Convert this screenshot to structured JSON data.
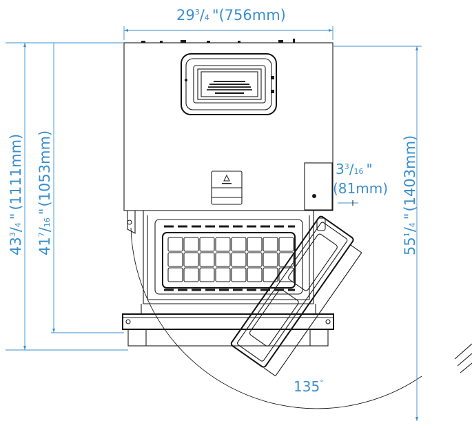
{
  "dimensions": {
    "width_total": {
      "whole": "29",
      "num": "3",
      "den": "4",
      "mark": "\"",
      "metric": "(756mm)"
    },
    "height_body": {
      "whole": "43",
      "num": "3",
      "den": "4",
      "mark": "\"",
      "metric": "(1111mm)"
    },
    "height_door": {
      "whole": "41",
      "num": "7",
      "den": "16",
      "mark": "\"",
      "metric": "(1053mm)"
    },
    "depth_offset": {
      "whole": "3",
      "num": "3",
      "den": "16",
      "mark": "\"",
      "metric": "(81mm)"
    },
    "height_open": {
      "whole": "55",
      "num": "1",
      "den": "4",
      "mark": "\"",
      "metric": "(1403mm)"
    },
    "door_angle": {
      "value": "135",
      "unit": "°"
    }
  },
  "colors": {
    "dimension": "#3a8fcf",
    "linework": "#1a1a1a"
  }
}
